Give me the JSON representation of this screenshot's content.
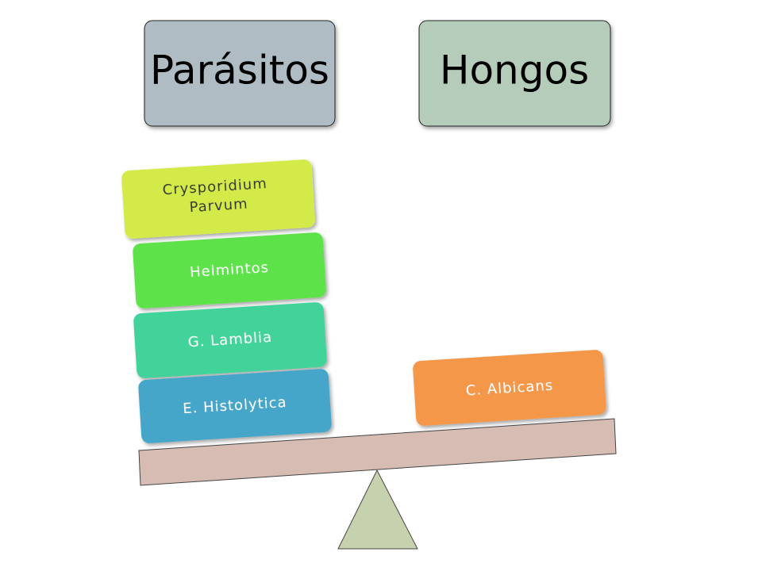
{
  "headers": {
    "left": {
      "label": "Parásitos",
      "fill": "#b0bcc3"
    },
    "right": {
      "label": "Hongos",
      "fill": "#b5ccba"
    }
  },
  "left_stack": [
    {
      "label": "E. Histolytica",
      "fill": "#45a6c9"
    },
    {
      "label": "G. Lamblia",
      "fill": "#43d39b"
    },
    {
      "label": "Helmintos",
      "fill": "#5de24a"
    },
    {
      "label_line1": "Crysporidium",
      "label_line2": "Parvum",
      "fill": "#d4ea4a"
    }
  ],
  "right_stack": [
    {
      "label": "C. Albicans",
      "fill": "#f4974a"
    }
  ],
  "seesaw": {
    "beam_fill": "#d6bcb3",
    "fulcrum_fill": "#c6d1ad"
  }
}
